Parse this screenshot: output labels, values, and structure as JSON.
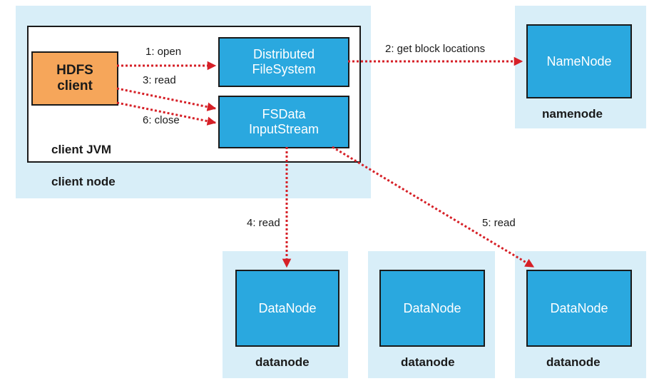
{
  "client_node": {
    "label": "client node",
    "jvm_label": "client JVM",
    "hdfs_client": {
      "line1": "HDFS",
      "line2": "client"
    },
    "dfs": {
      "line1": "Distributed",
      "line2": "FileSystem"
    },
    "fsdata": {
      "line1": "FSData",
      "line2": "InputStream"
    }
  },
  "namenode": {
    "box_label": "NameNode",
    "label": "namenode"
  },
  "datanodes": [
    {
      "box_label": "DataNode",
      "label": "datanode"
    },
    {
      "box_label": "DataNode",
      "label": "datanode"
    },
    {
      "box_label": "DataNode",
      "label": "datanode"
    }
  ],
  "edges": {
    "open": "1: open",
    "get_block_locations": "2: get block locations",
    "read_fs": "3: read",
    "read_dn1": "4: read",
    "read_dn3": "5: read",
    "close": "6: close"
  },
  "colors": {
    "arrow": "#d62027",
    "panel": "#d8eef8",
    "box": "#2aa8df",
    "client": "#f6a65a"
  }
}
